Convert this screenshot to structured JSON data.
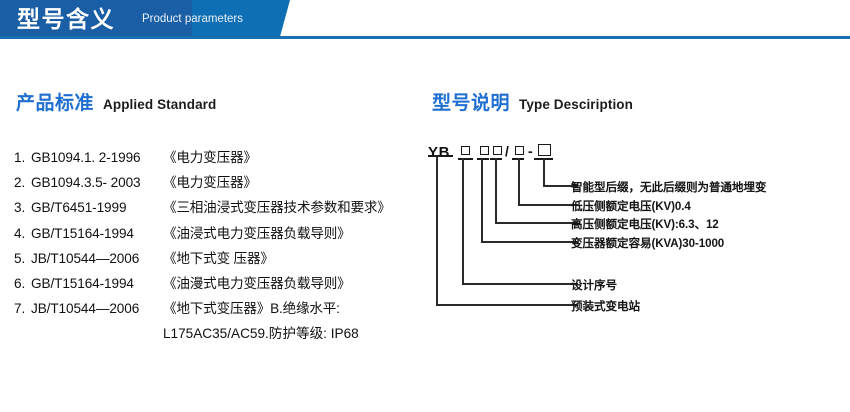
{
  "banner": {
    "title_cn": "型号含义",
    "title_en": "Product parameters"
  },
  "sections": {
    "applied_standard": {
      "heading_cn": "产品标准",
      "heading_en": "Applied Standard"
    },
    "type_description": {
      "heading_cn": "型号说明",
      "heading_en": "Type Desciription"
    }
  },
  "standards": [
    {
      "num": "1.",
      "code": "GB1094.1. 2-1996",
      "name": "《电力变压器》"
    },
    {
      "num": "2.",
      "code": "GB1094.3.5- 2003",
      "name": "《电力变压器》"
    },
    {
      "num": "3.",
      "code": "GB/T6451-1999",
      "name": "《三相油浸式变压器技术参数和要求》"
    },
    {
      "num": "4.",
      "code": "GB/T15164-1994",
      "name": "《油浸式电力变压器负载导则》"
    },
    {
      "num": "5.",
      "code": "JB/T10544—2006",
      "name": "《地下式变 压器》"
    },
    {
      "num": "6.",
      "code": "GB/T15164-1994",
      "name": "《油漫式电力变压器负载导则》"
    },
    {
      "num": "7.",
      "code": "JB/T10544—2006",
      "name": "《地下式变压器》B.绝缘水平:"
    }
  ],
  "standards_continuation": "L175AC35/AC59.防护等级: IP68",
  "type_code": {
    "prefix": "YB",
    "slash": "/",
    "dash": "-"
  },
  "callouts": [
    {
      "id": "intelligent-suffix",
      "text": "智能型后缀，无此后缀则为普通地埋变"
    },
    {
      "id": "lv-rated-voltage",
      "text": "低压侧额定电压(KV)0.4"
    },
    {
      "id": "hv-rated-voltage",
      "text": "高压侧额定电压(KV):6.3、12"
    },
    {
      "id": "rated-capacity",
      "text": "变压器额定容易(KVA)30-1000"
    },
    {
      "id": "design-serial",
      "text": "设计序号"
    },
    {
      "id": "prefab-substation",
      "text": "预装式变电站"
    }
  ],
  "colors": {
    "banner_dark": "#1a5fa5",
    "banner_light": "#0f6fb5",
    "heading_blue": "#1f6fd1",
    "text_black": "#111111"
  }
}
